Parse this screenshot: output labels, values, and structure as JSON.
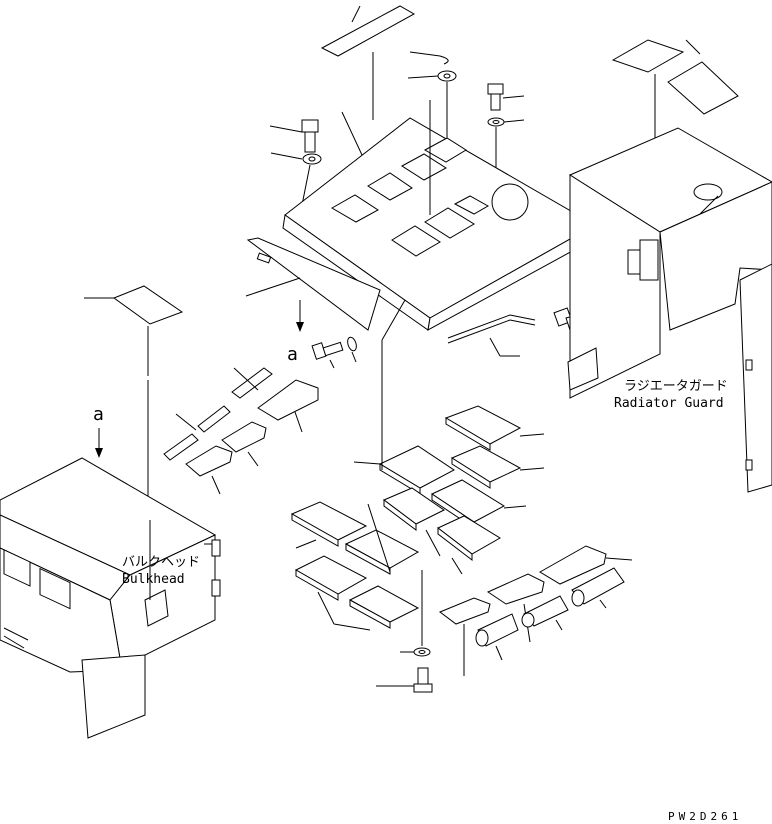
{
  "callouts": {
    "radiator_jp": "ラジエータガード",
    "radiator_en": "Radiator Guard",
    "bulkhead_jp": "バルクヘッド",
    "bulkhead_en": "Bulkhead",
    "ref_a_upper": "a",
    "ref_a_lower": "a"
  },
  "drawing_code": "PW2D261"
}
